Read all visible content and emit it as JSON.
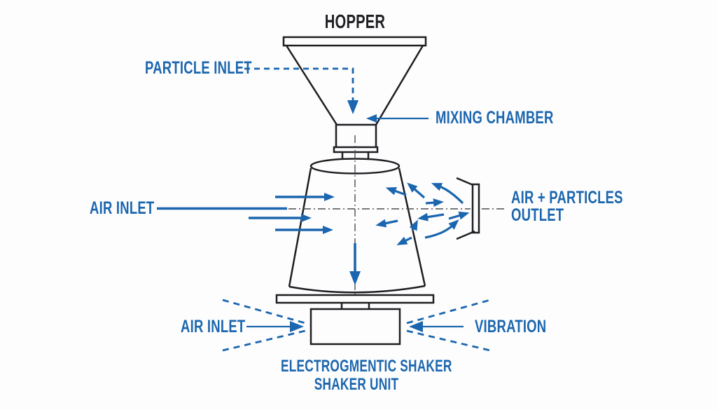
{
  "diagram": {
    "title": "HOPPER",
    "labels": {
      "particle_inlet": "PARTICLE INLET",
      "mixing_chamber": "MIXING CHAMBER",
      "air_inlet_mid": "AIR INLET",
      "outlet_line1": "AIR + PARTICLES",
      "outlet_line2": "OUTLET",
      "air_inlet_bottom": "AIR INLET",
      "vibration": "VIBRATION",
      "caption_line1": "ELECTROGMENTIC SHAKER",
      "caption_line2": "SHAKER UNIT"
    }
  },
  "colors": {
    "accent_blue": "#1b66ae",
    "line_dark": "#1f1f23",
    "centerline_gray": "#4d4d4d",
    "background": "#fdfdfe"
  }
}
